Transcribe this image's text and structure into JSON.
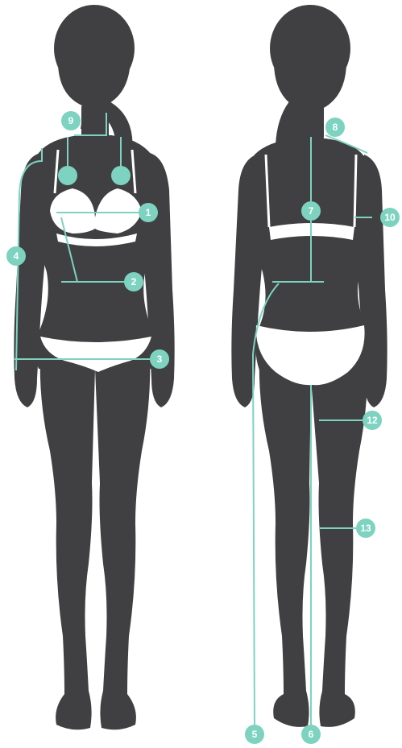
{
  "colors": {
    "silhouette": "#404042",
    "accent": "#7dd3c0",
    "garment": "#ffffff",
    "marker_text": "#ffffff"
  },
  "figures": [
    {
      "id": "front-view"
    },
    {
      "id": "back-view"
    }
  ],
  "markers": [
    {
      "label": "1"
    },
    {
      "label": "2"
    },
    {
      "label": "3"
    },
    {
      "label": "4"
    },
    {
      "label": "5"
    },
    {
      "label": "6"
    },
    {
      "label": "7"
    },
    {
      "label": "8"
    },
    {
      "label": "9"
    },
    {
      "label": "10"
    },
    {
      "label": "12"
    },
    {
      "label": "13"
    }
  ]
}
